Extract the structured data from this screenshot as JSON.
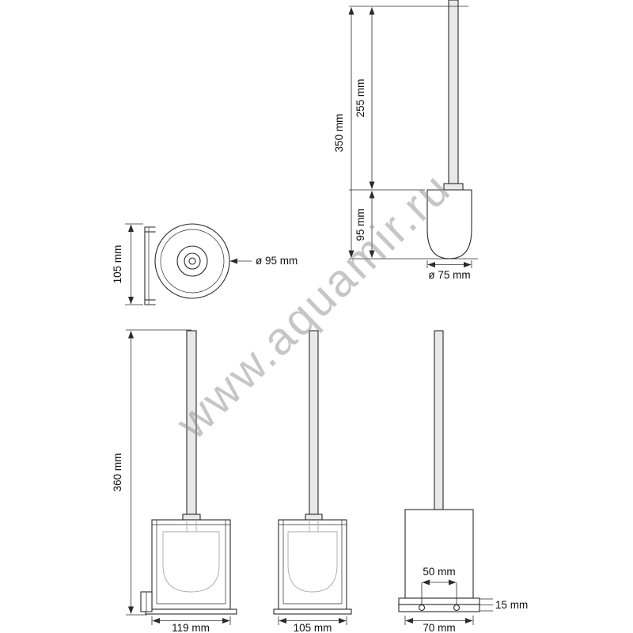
{
  "watermark": "www.aquamir.ru",
  "top_view": {
    "height": "105 mm",
    "diameter": "ø 95 mm"
  },
  "brush_view": {
    "upper": "255 mm",
    "total": "350 mm",
    "head": "95 mm",
    "diameter": "ø 75 mm"
  },
  "front_view": {
    "height": "360 mm",
    "width": "119 mm"
  },
  "middle_view": {
    "width": "105 mm"
  },
  "side_view": {
    "plate_width": "50 mm",
    "plate_depth": "15 mm",
    "width": "70 mm"
  }
}
